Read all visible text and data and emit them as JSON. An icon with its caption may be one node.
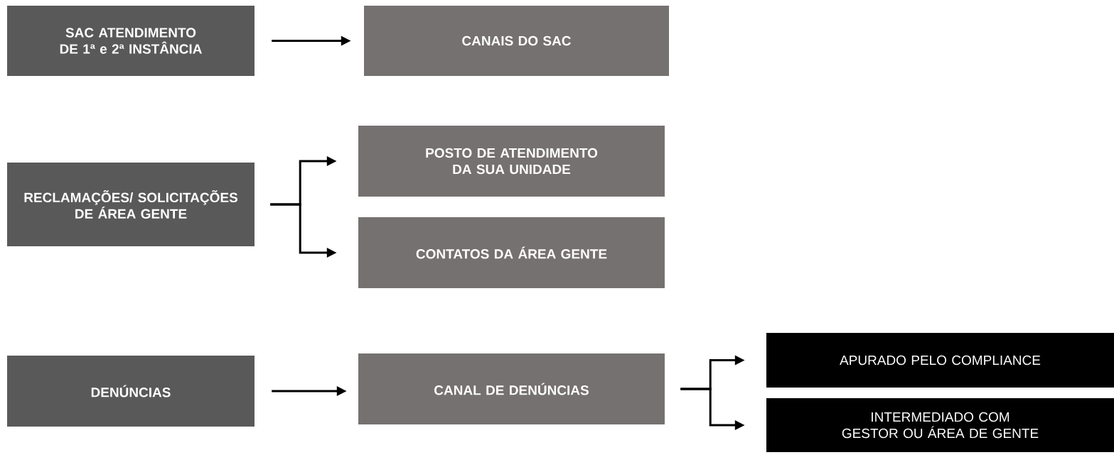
{
  "diagram": {
    "nodes": [
      {
        "text": [
          "SAC ATENDIMENTO DE 1ª  e 2ª INSTÂNCIA"
        ]
      },
      {
        "text": [
          "CANAIS DO SAC"
        ]
      },
      {
        "text": [
          "RECLAMAÇÕES/ SOLICITAÇÕES  DE ÁREA GENTE"
        ]
      },
      {
        "text": [
          "POSTO DE ATENDIMENTO DA SUA UNIDADE"
        ]
      },
      {
        "text": [
          "CONTATOS DA ÁREA GENTE"
        ]
      },
      {
        "text": [
          "DENÚNCIAS"
        ]
      },
      {
        "text": [
          "CANAL DE DENÚNCIAS"
        ]
      },
      {
        "text": [
          "APURADO PELO COMPLIANCE"
        ]
      },
      {
        "text": [
          "INTERMEDIADO COM GESTOR OU ÁREA DE GENTE"
        ]
      }
    ],
    "edges": [
      {
        "from": 0,
        "to": 1,
        "arrow": "to"
      },
      {
        "from": 2,
        "to": 3,
        "arrow": "to"
      },
      {
        "from": 2,
        "to": 4,
        "arrow": "to"
      },
      {
        "from": 5,
        "to": 6,
        "arrow": "to"
      },
      {
        "from": 6,
        "to": 7,
        "arrow": "to"
      },
      {
        "from": 6,
        "to": 8,
        "arrow": "to"
      }
    ]
  }
}
